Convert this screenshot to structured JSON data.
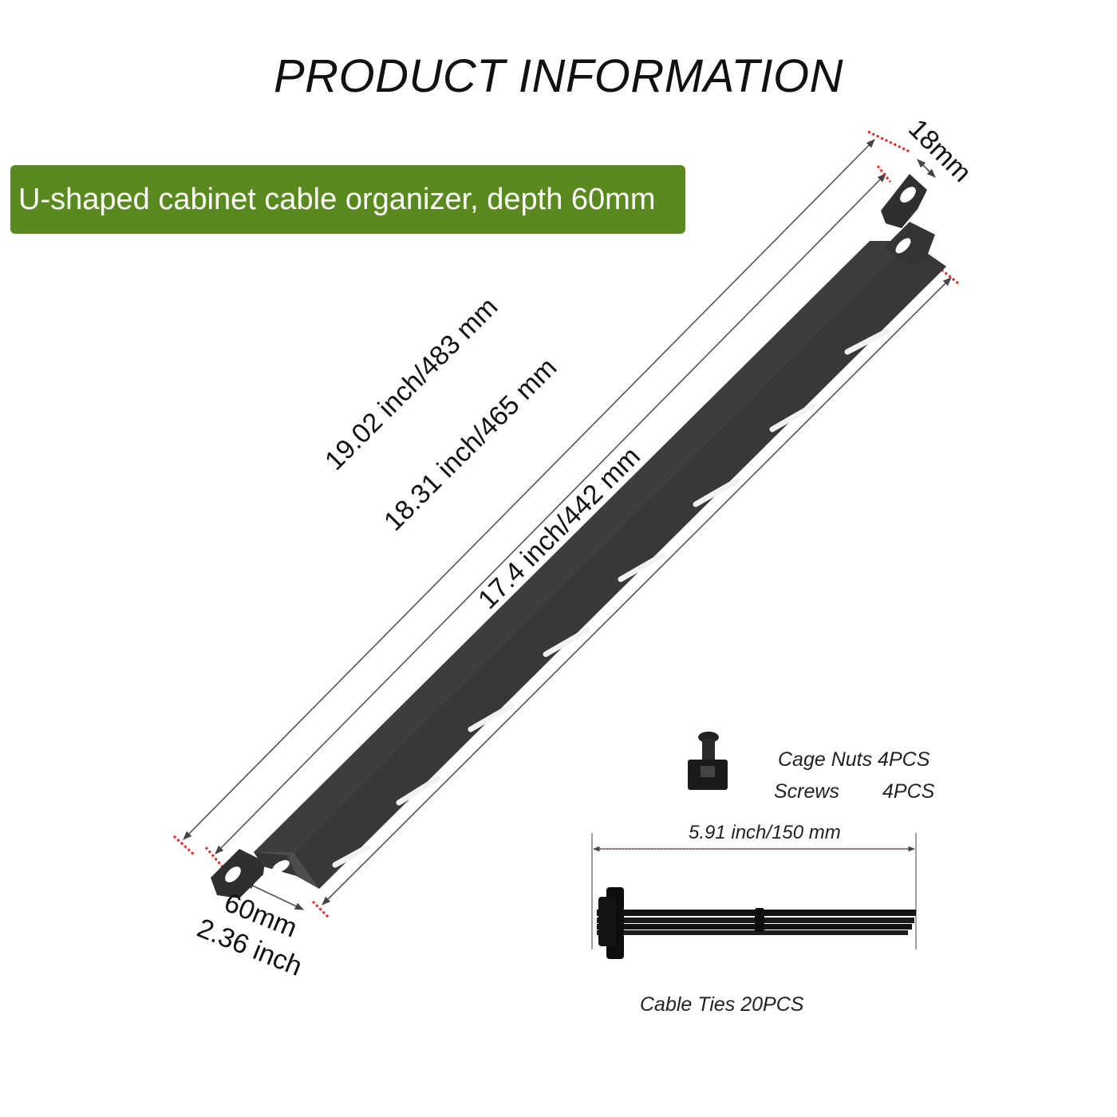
{
  "title": "PRODUCT INFORMATION",
  "banner": "U-shaped cabinet cable organizer, depth 60mm",
  "dimensions": {
    "overall": "19.02 inch/483 mm",
    "middle": "18.31 inch/465 mm",
    "inner": "17.4 inch/442 mm",
    "flange_width": "18mm",
    "depth_mm": "60mm",
    "depth_inch": "2.36 inch"
  },
  "accessories": {
    "cage_nuts": "Cage Nuts 4PCS",
    "screws_label": "Screws",
    "screws_count": "4PCS",
    "tie_length": "5.91 inch/150 mm",
    "cable_ties": "Cable Ties  20PCS"
  },
  "colors": {
    "banner": "#5a8a1f",
    "bar": "#3a3a3a",
    "marker": "#e0261f"
  }
}
